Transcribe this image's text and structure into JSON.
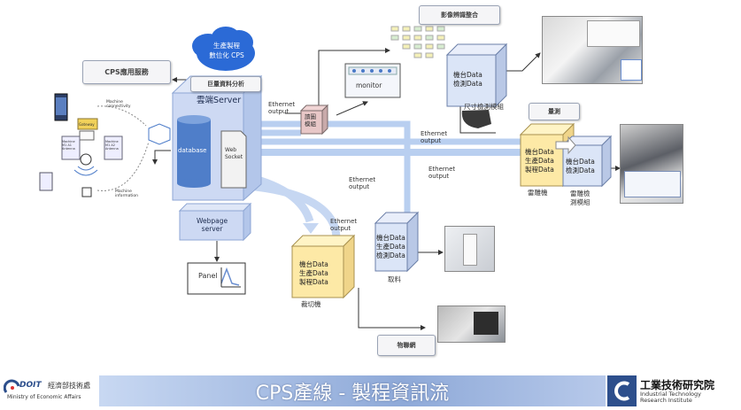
{
  "labels": {
    "cps_app": "CPS應用服務",
    "big_data": "巨量資料分析",
    "img_recog": "影像辨識整合",
    "inspect": "量測",
    "logistics": "物聯網",
    "cloud": "生產製程\n數位化 CPS"
  },
  "server": {
    "title": "雲端Server",
    "database": "database",
    "websocket": "Web\nSocket"
  },
  "webpage_server": "Webpage\nserver",
  "panel": "Panel",
  "monitor": "monitor",
  "small_box": "讀圖\n模組",
  "ethernet": {
    "e1": "Ethernet\noutput",
    "e2": "Ethernet\noutput",
    "e3": "Ethernet\noutput",
    "e4": "Ethernet\noutput",
    "e5": "Ethernet\noutput"
  },
  "cubes": {
    "size_detect": {
      "text": "機台Data\n檢測Data",
      "caption": "尺寸檢測模組"
    },
    "laser": {
      "text": "機台Data\n生產Data\n製程Data",
      "caption": "雷雕機"
    },
    "laser_detect": {
      "text": "機台Data\n檢測Data",
      "caption": "雷雕檢\n測模組"
    },
    "arm": {
      "text": "機台Data\n生產Data\n檢測Data",
      "caption": "取料"
    },
    "cutter": {
      "text": "機台Data\n生產Data\n製程Data",
      "caption": "裁切機"
    }
  },
  "left_diagram": {
    "net_conn": "Machine\nconnectivity",
    "net_info": "Machine\ninformation",
    "m1": "Machine\nM1 A1\nAntenna",
    "m2": "Machine\nM1 A2\nAntenna",
    "gw": "Gateway"
  },
  "footer": {
    "org_left": "經濟部技術處",
    "org_left_en": "Ministry of Economic Affairs",
    "doit": "DOIT",
    "title": "CPS產線 - 製程資訊流",
    "org_right": "工業技術研究院",
    "org_right_en": "Industrial Technology\nResearch Institute"
  },
  "colors": {
    "server_face": "#cdd9f3",
    "cube_yellow": "#fde9a6",
    "cube_blue": "#dbe5f7",
    "link_blue": "#a9c4ea",
    "accent_dark": "#2d4f8c"
  }
}
